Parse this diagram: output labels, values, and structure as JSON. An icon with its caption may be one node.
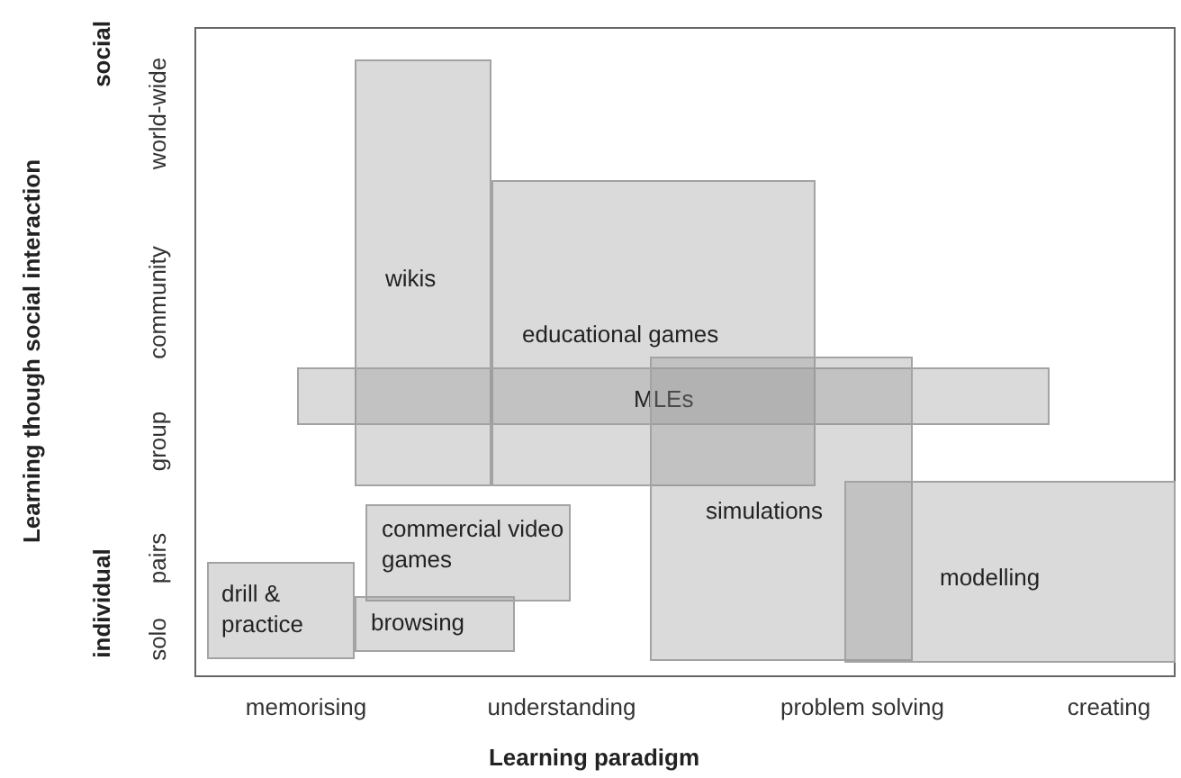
{
  "diagram": {
    "nodes": [
      {
        "text": [
          "wikis"
        ]
      },
      {
        "text": [
          "educational games"
        ]
      },
      {
        "text": [
          "MLEs"
        ]
      },
      {
        "text": [
          "simulations"
        ]
      },
      {
        "text": [
          "modelling"
        ]
      },
      {
        "text": [
          "commercial video games"
        ]
      },
      {
        "text": [
          "drill & practice"
        ]
      },
      {
        "text": [
          "browsing"
        ]
      }
    ],
    "labels": [
      "social",
      "Learning though social interaction",
      "world-wide",
      "community",
      "group",
      "pairs",
      "individual",
      "solo",
      "memorising",
      "understanding",
      "problem solving",
      "creating",
      "Learning paradigm"
    ]
  }
}
